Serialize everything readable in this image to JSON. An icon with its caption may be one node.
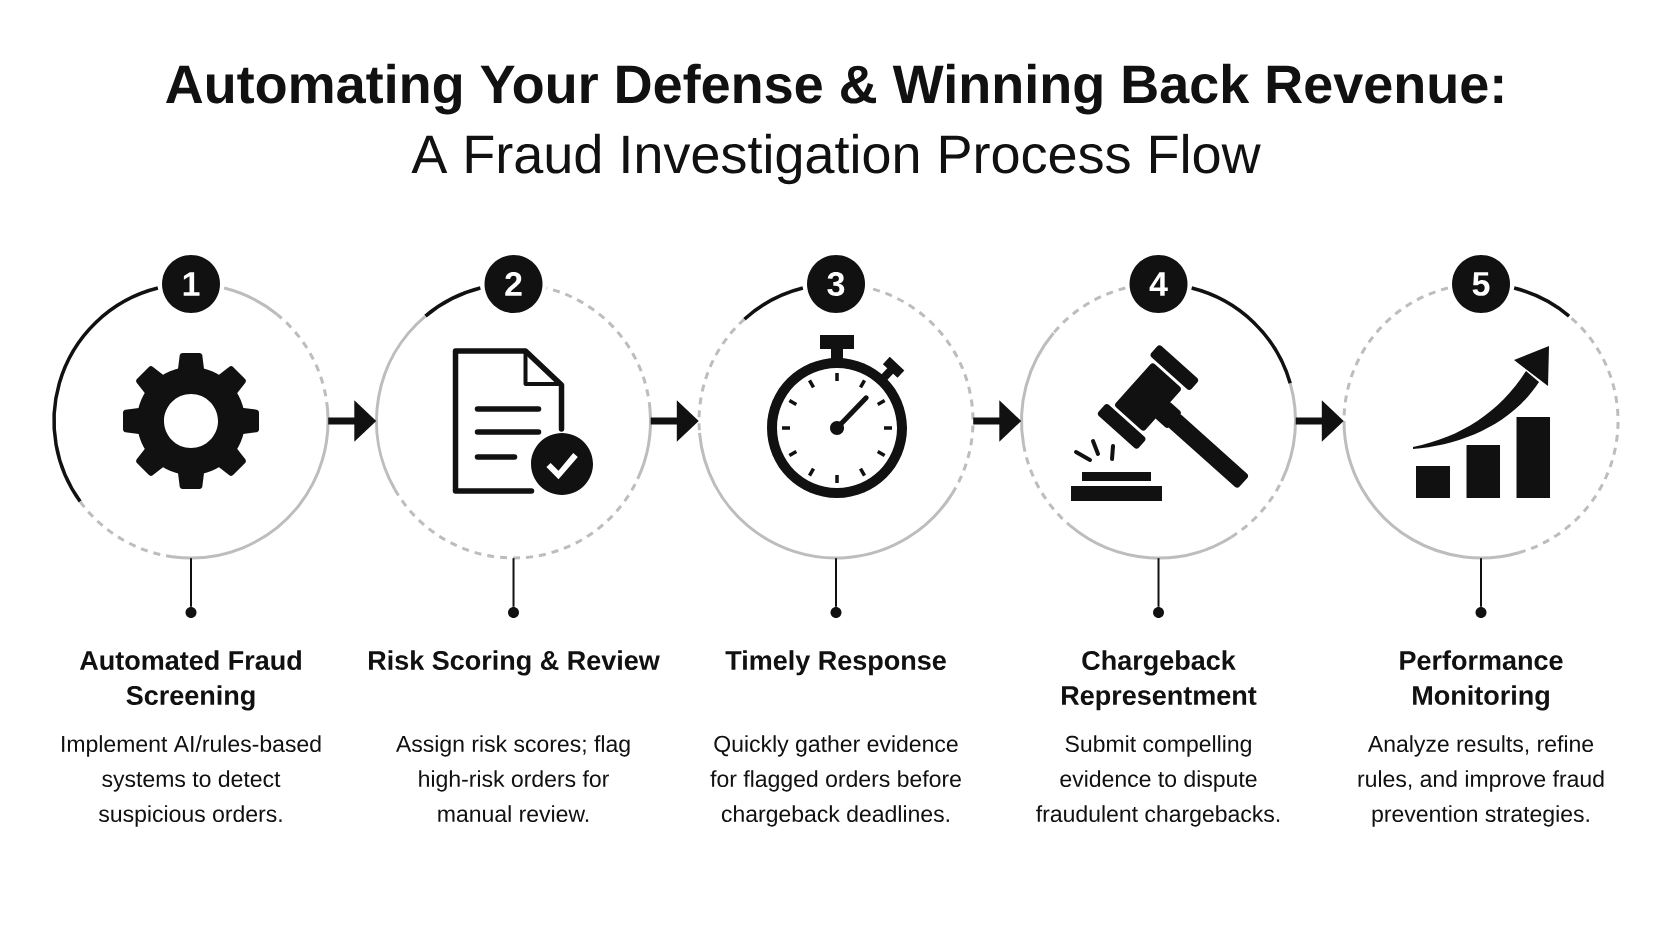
{
  "diagram": {
    "title": "Automating Your Defense & Winning Back Revenue:",
    "nodes": [
      {
        "text": [
          "1"
        ]
      },
      {
        "text": [
          "2"
        ]
      },
      {
        "text": [
          "3"
        ]
      },
      {
        "text": [
          "4"
        ]
      },
      {
        "text": [
          "5"
        ]
      },
      {
        "text": [],
        "shape": "circle",
        "beside": [
          "Automated Fraud Screening",
          "Implement AI/rules-based systems to detect suspicious orders."
        ]
      },
      {
        "text": [],
        "shape": "circle",
        "beside": [
          "Risk Scoring & Review",
          "Assign risk scores; flag high-risk orders for manual review."
        ]
      },
      {
        "text": [],
        "shape": "circle",
        "beside": [
          "Timely Response",
          "Quickly gather evidence for flagged orders before chargeback deadlines."
        ]
      },
      {
        "text": [],
        "shape": "circle",
        "beside": [
          "Chargeback Representment",
          "Submit compelling evidence to dispute fraudulent chargebacks."
        ]
      },
      {
        "text": [],
        "shape": "circle",
        "beside": [
          "Performance Monitoring",
          "Analyze results, refine rules, and improve fraud prevention strategies."
        ]
      }
    ],
    "edges": [
      {
        "from": 0,
        "to": 1,
        "arrow": "to",
        "style": "thick"
      },
      {
        "from": 1,
        "to": 2,
        "arrow": "to",
        "style": "thick"
      },
      {
        "from": 2,
        "to": 3,
        "arrow": "to",
        "style": "thick"
      },
      {
        "from": 3,
        "to": 4,
        "arrow": "to",
        "style": "thick"
      },
      {
        "from": 0,
        "to": 5,
        "arrow": "none"
      },
      {
        "from": 1,
        "to": 6,
        "arrow": "none"
      },
      {
        "from": 2,
        "to": 7,
        "arrow": "none"
      },
      {
        "from": 3,
        "to": 8,
        "arrow": "none"
      },
      {
        "from": 4,
        "to": 9,
        "arrow": "none"
      }
    ],
    "labels": [
      "A Fraud Investigation Process Flow"
    ]
  }
}
